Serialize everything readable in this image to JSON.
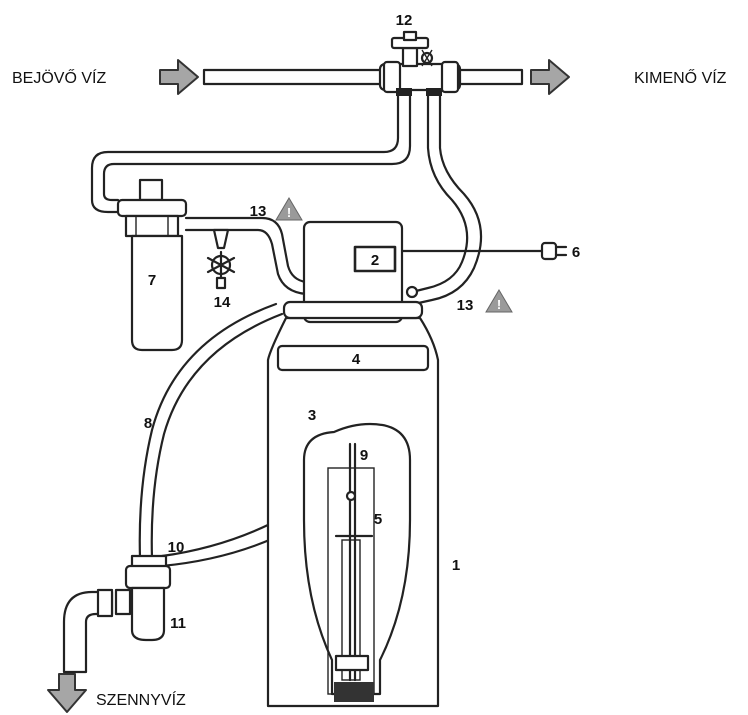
{
  "labels": {
    "inlet": "BEJÖVŐ VÍZ",
    "outlet": "KIMENŐ VÍZ",
    "drain": "SZENNYVÍZ"
  },
  "numbers": {
    "n1": "1",
    "n2": "2",
    "n3": "3",
    "n4": "4",
    "n5": "5",
    "n6": "6",
    "n7": "7",
    "n8": "8",
    "n9": "9",
    "n10": "10",
    "n11": "11",
    "n12": "12",
    "n13a": "13",
    "n13b": "13",
    "n14": "14"
  },
  "warning_symbol": "!",
  "icons": {
    "warning": "warning-triangle-icon",
    "flow_arrow": "flow-arrow-icon"
  },
  "colors": {
    "line": "#222222",
    "arrow_fill": "#a6a6a6",
    "warning_fill": "#9a9a9a"
  }
}
